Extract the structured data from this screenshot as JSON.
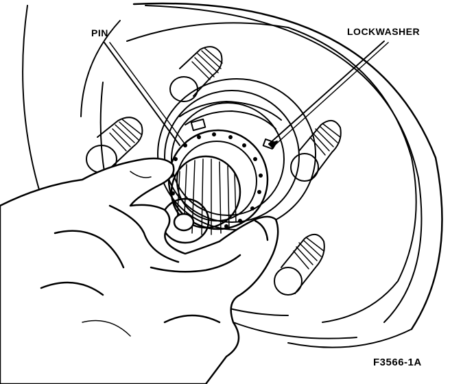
{
  "figure": {
    "callouts": {
      "pin": "PIN",
      "lockwasher": "LOCKWASHER"
    },
    "figure_id": "F3566-1A"
  },
  "colors": {
    "ink": "#000000",
    "paper": "#ffffff"
  }
}
